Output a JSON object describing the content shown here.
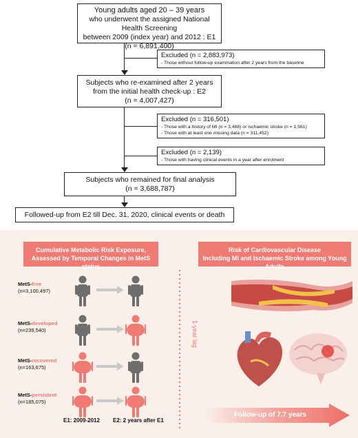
{
  "flow": {
    "box1": {
      "line1": "Young adults aged 20 – 39 years",
      "line2": "who underwent the assigned National Health Screening",
      "line3": "between 2009 (index year) and 2012 : E1",
      "line4": "(n = 6,891,400)"
    },
    "excl1": {
      "title": "Excluded (n = 2,883,973)",
      "items": [
        "- Those without follow-up examination after 2 years from the baseline"
      ]
    },
    "box2": {
      "line1": "Subjects who re-examined after 2 years",
      "line2": "from the initial health check-up : E2",
      "line3": "(n = 4,007,427)"
    },
    "excl2": {
      "title": "Excluded (n = 316,501)",
      "items": [
        "- Those with a history of MI (n = 3,488) or ischaemic stroke (n = 1,561)",
        "- Those with at least one missing data (n = 311,452)"
      ]
    },
    "excl3": {
      "title": "Excluded (n = 2,139)",
      "items": [
        "- Those with having clinical events in a year after enrolment"
      ]
    },
    "box3": {
      "line1": "Subjects who remained for final analysis",
      "line2": "(n = 3,688,787)"
    },
    "box4": {
      "line1": "Followed-up from E2 till Dec. 31, 2020, clinical events or death"
    }
  },
  "panel": {
    "left_banner": {
      "line1": "Cumulative Metabolic Risk Exposure,",
      "line2": "Assessed by Temporal Changes in MetS status"
    },
    "right_banner": {
      "line1": "Risk of Cardiovascular Disease",
      "line2": "Including MI and Ischaemic Stroke among Young Adults"
    },
    "groups": [
      {
        "prefix": "MetS-",
        "suffix": "free",
        "n": "(n=3,100,497)",
        "e1": "gray",
        "e2": "gray"
      },
      {
        "prefix": "MetS-",
        "suffix": "developed",
        "n": "(n=239,540)",
        "e1": "gray",
        "e2": "red"
      },
      {
        "prefix": "MetS-",
        "suffix": "recovered",
        "n": "(n=163,675)",
        "e1": "red",
        "e2": "gray"
      },
      {
        "prefix": "MetS-",
        "suffix": "persistent",
        "n": "(n=185,075)",
        "e1": "red",
        "e2": "red"
      }
    ],
    "e1_label": "E1: 2009-2012",
    "e2_label": "E2: 2 years after E1",
    "lag_label": "1-year lag",
    "follow_label": "Follow-up of 7.7 years",
    "colors": {
      "accent": "#f07a74",
      "gray": "#6e6e6e",
      "panel_bg": "#fbefea"
    }
  }
}
